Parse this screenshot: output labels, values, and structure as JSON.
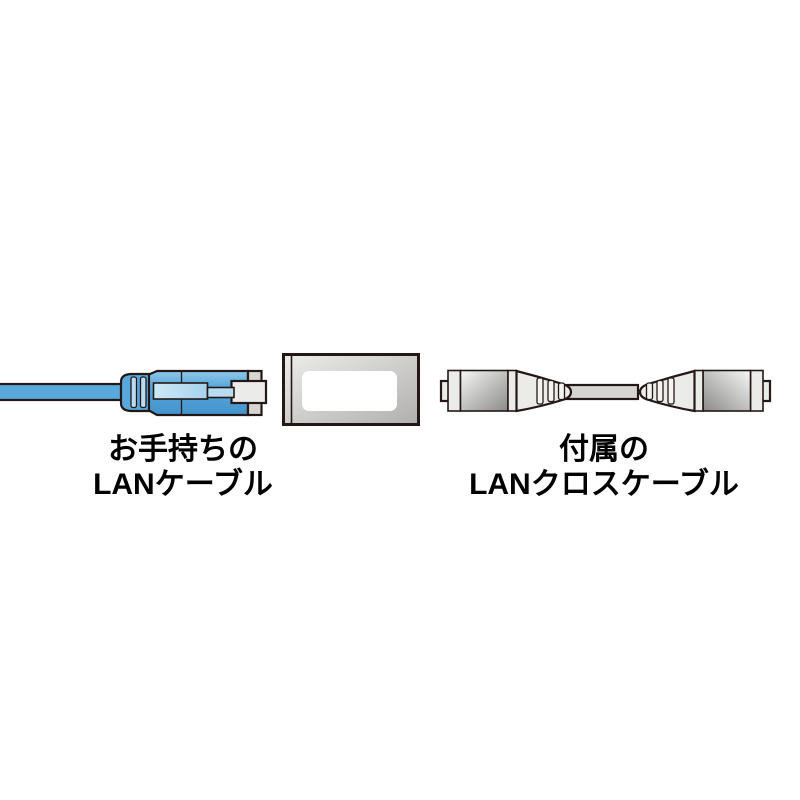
{
  "title": "LAN coupler connection diagram",
  "labels": {
    "left": {
      "line1": "お手持ちの",
      "line2": "LANケーブル"
    },
    "right": {
      "line1": "付属の",
      "line2": "LANクロスケーブル"
    }
  },
  "graphics": {
    "left": "blue-lan-cable-plug",
    "center": "rj45-coupler-adapter",
    "right": "gray-lan-cross-cable"
  },
  "colors": {
    "background": "#ffffff",
    "outline": "#231815",
    "text": "#000000",
    "cable_blue": "#58a8db",
    "cable_blue_light": "#b9dcf2",
    "gray_cable": "#d6d5d2",
    "gray_light": "#ebebea",
    "gray_ridge": "#f4f4f3",
    "window_white": "#ffffff"
  }
}
